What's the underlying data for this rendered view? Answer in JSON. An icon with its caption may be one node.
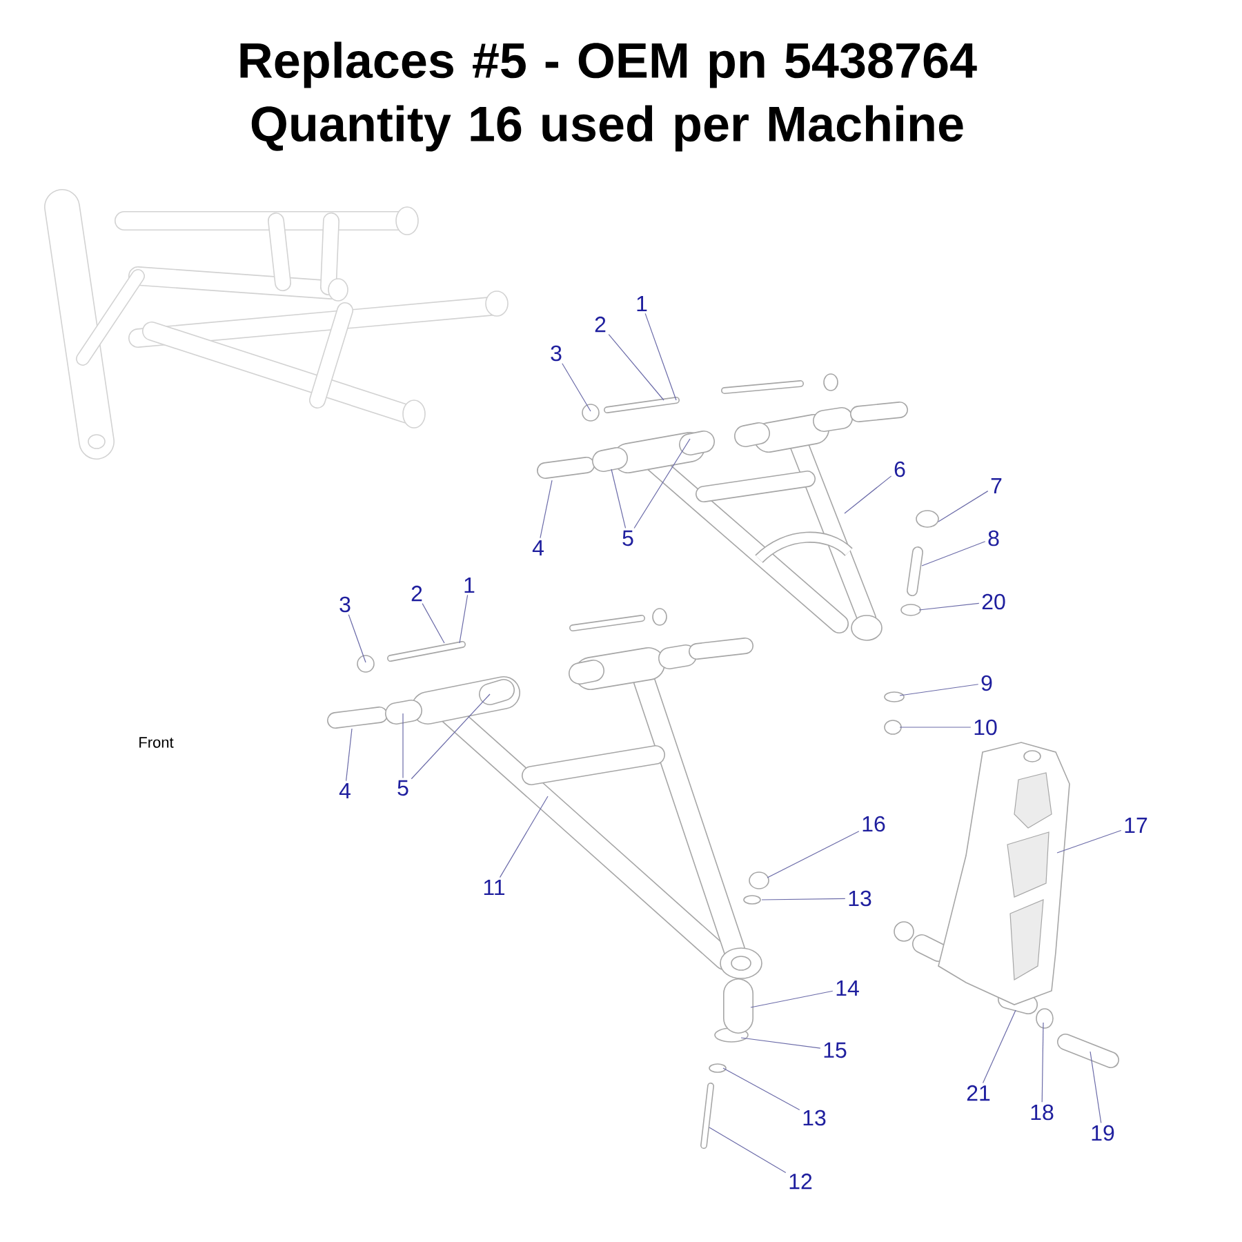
{
  "diagram": {
    "title": "Replaces #5 - OEM pn 5438764 Quantity 16 used per Machine",
    "nodes": [
      {
        "text": [
          "1"
        ]
      },
      {
        "text": [
          "2"
        ]
      },
      {
        "text": [
          "3"
        ]
      },
      {
        "text": [
          "4"
        ]
      },
      {
        "text": [
          "5"
        ]
      },
      {
        "text": [
          "6"
        ]
      },
      {
        "text": [
          "7"
        ]
      },
      {
        "text": [
          "8"
        ]
      },
      {
        "text": [
          "20"
        ]
      },
      {
        "text": [
          "1"
        ]
      },
      {
        "text": [
          "2"
        ]
      },
      {
        "text": [
          "3"
        ]
      },
      {
        "text": [
          "9"
        ]
      },
      {
        "text": [
          "10"
        ]
      },
      {
        "text": [
          "4"
        ]
      },
      {
        "text": [
          "5"
        ]
      },
      {
        "text": [
          "16"
        ]
      },
      {
        "text": [
          "13"
        ]
      },
      {
        "text": [
          "17"
        ]
      },
      {
        "text": [
          "11"
        ]
      },
      {
        "text": [
          "14"
        ]
      },
      {
        "text": [
          "15"
        ]
      },
      {
        "text": [
          "21"
        ]
      },
      {
        "text": [
          "18"
        ]
      },
      {
        "text": [
          "13"
        ]
      },
      {
        "text": [
          "19"
        ]
      },
      {
        "text": [
          "12"
        ]
      }
    ],
    "edges": [
      {
        "from": 0,
        "to": null,
        "arrow": "none"
      },
      {
        "from": 1,
        "to": null,
        "arrow": "none"
      },
      {
        "from": 2,
        "to": null,
        "arrow": "none"
      },
      {
        "from": 3,
        "to": null,
        "arrow": "none"
      },
      {
        "from": 4,
        "to": null,
        "arrow": "none"
      },
      {
        "from": 4,
        "to": null,
        "arrow": "none"
      },
      {
        "from": 5,
        "to": null,
        "arrow": "none"
      },
      {
        "from": 6,
        "to": null,
        "arrow": "none"
      },
      {
        "from": 7,
        "to": null,
        "arrow": "none"
      },
      {
        "from": 8,
        "to": null,
        "arrow": "none"
      },
      {
        "from": 9,
        "to": null,
        "arrow": "none"
      },
      {
        "from": 10,
        "to": null,
        "arrow": "none"
      },
      {
        "from": 11,
        "to": null,
        "arrow": "none"
      },
      {
        "from": 12,
        "to": null,
        "arrow": "none"
      },
      {
        "from": 13,
        "to": null,
        "arrow": "none"
      },
      {
        "from": 14,
        "to": null,
        "arrow": "none"
      },
      {
        "from": 15,
        "to": null,
        "arrow": "none"
      },
      {
        "from": 15,
        "to": null,
        "arrow": "none"
      },
      {
        "from": 16,
        "to": null,
        "arrow": "none"
      },
      {
        "from": 17,
        "to": null,
        "arrow": "none"
      },
      {
        "from": 18,
        "to": null,
        "arrow": "none"
      },
      {
        "from": 19,
        "to": null,
        "arrow": "none"
      },
      {
        "from": 20,
        "to": null,
        "arrow": "none"
      },
      {
        "from": 21,
        "to": null,
        "arrow": "none"
      },
      {
        "from": 22,
        "to": null,
        "arrow": "none"
      },
      {
        "from": 23,
        "to": null,
        "arrow": "none"
      },
      {
        "from": 24,
        "to": null,
        "arrow": "none"
      },
      {
        "from": 25,
        "to": null,
        "arrow": "none"
      },
      {
        "from": 26,
        "to": null,
        "arrow": "none"
      }
    ],
    "labels": [
      "Front"
    ]
  }
}
